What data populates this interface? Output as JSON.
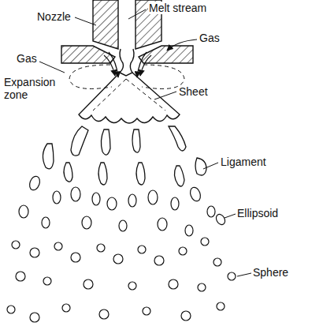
{
  "diagram": {
    "labels": [
      "Melt stream",
      "Nozzle",
      "Gas",
      "Gas",
      "Expansion zone",
      "Sheet",
      "Ligament",
      "Ellipsoid",
      "Sphere"
    ]
  }
}
